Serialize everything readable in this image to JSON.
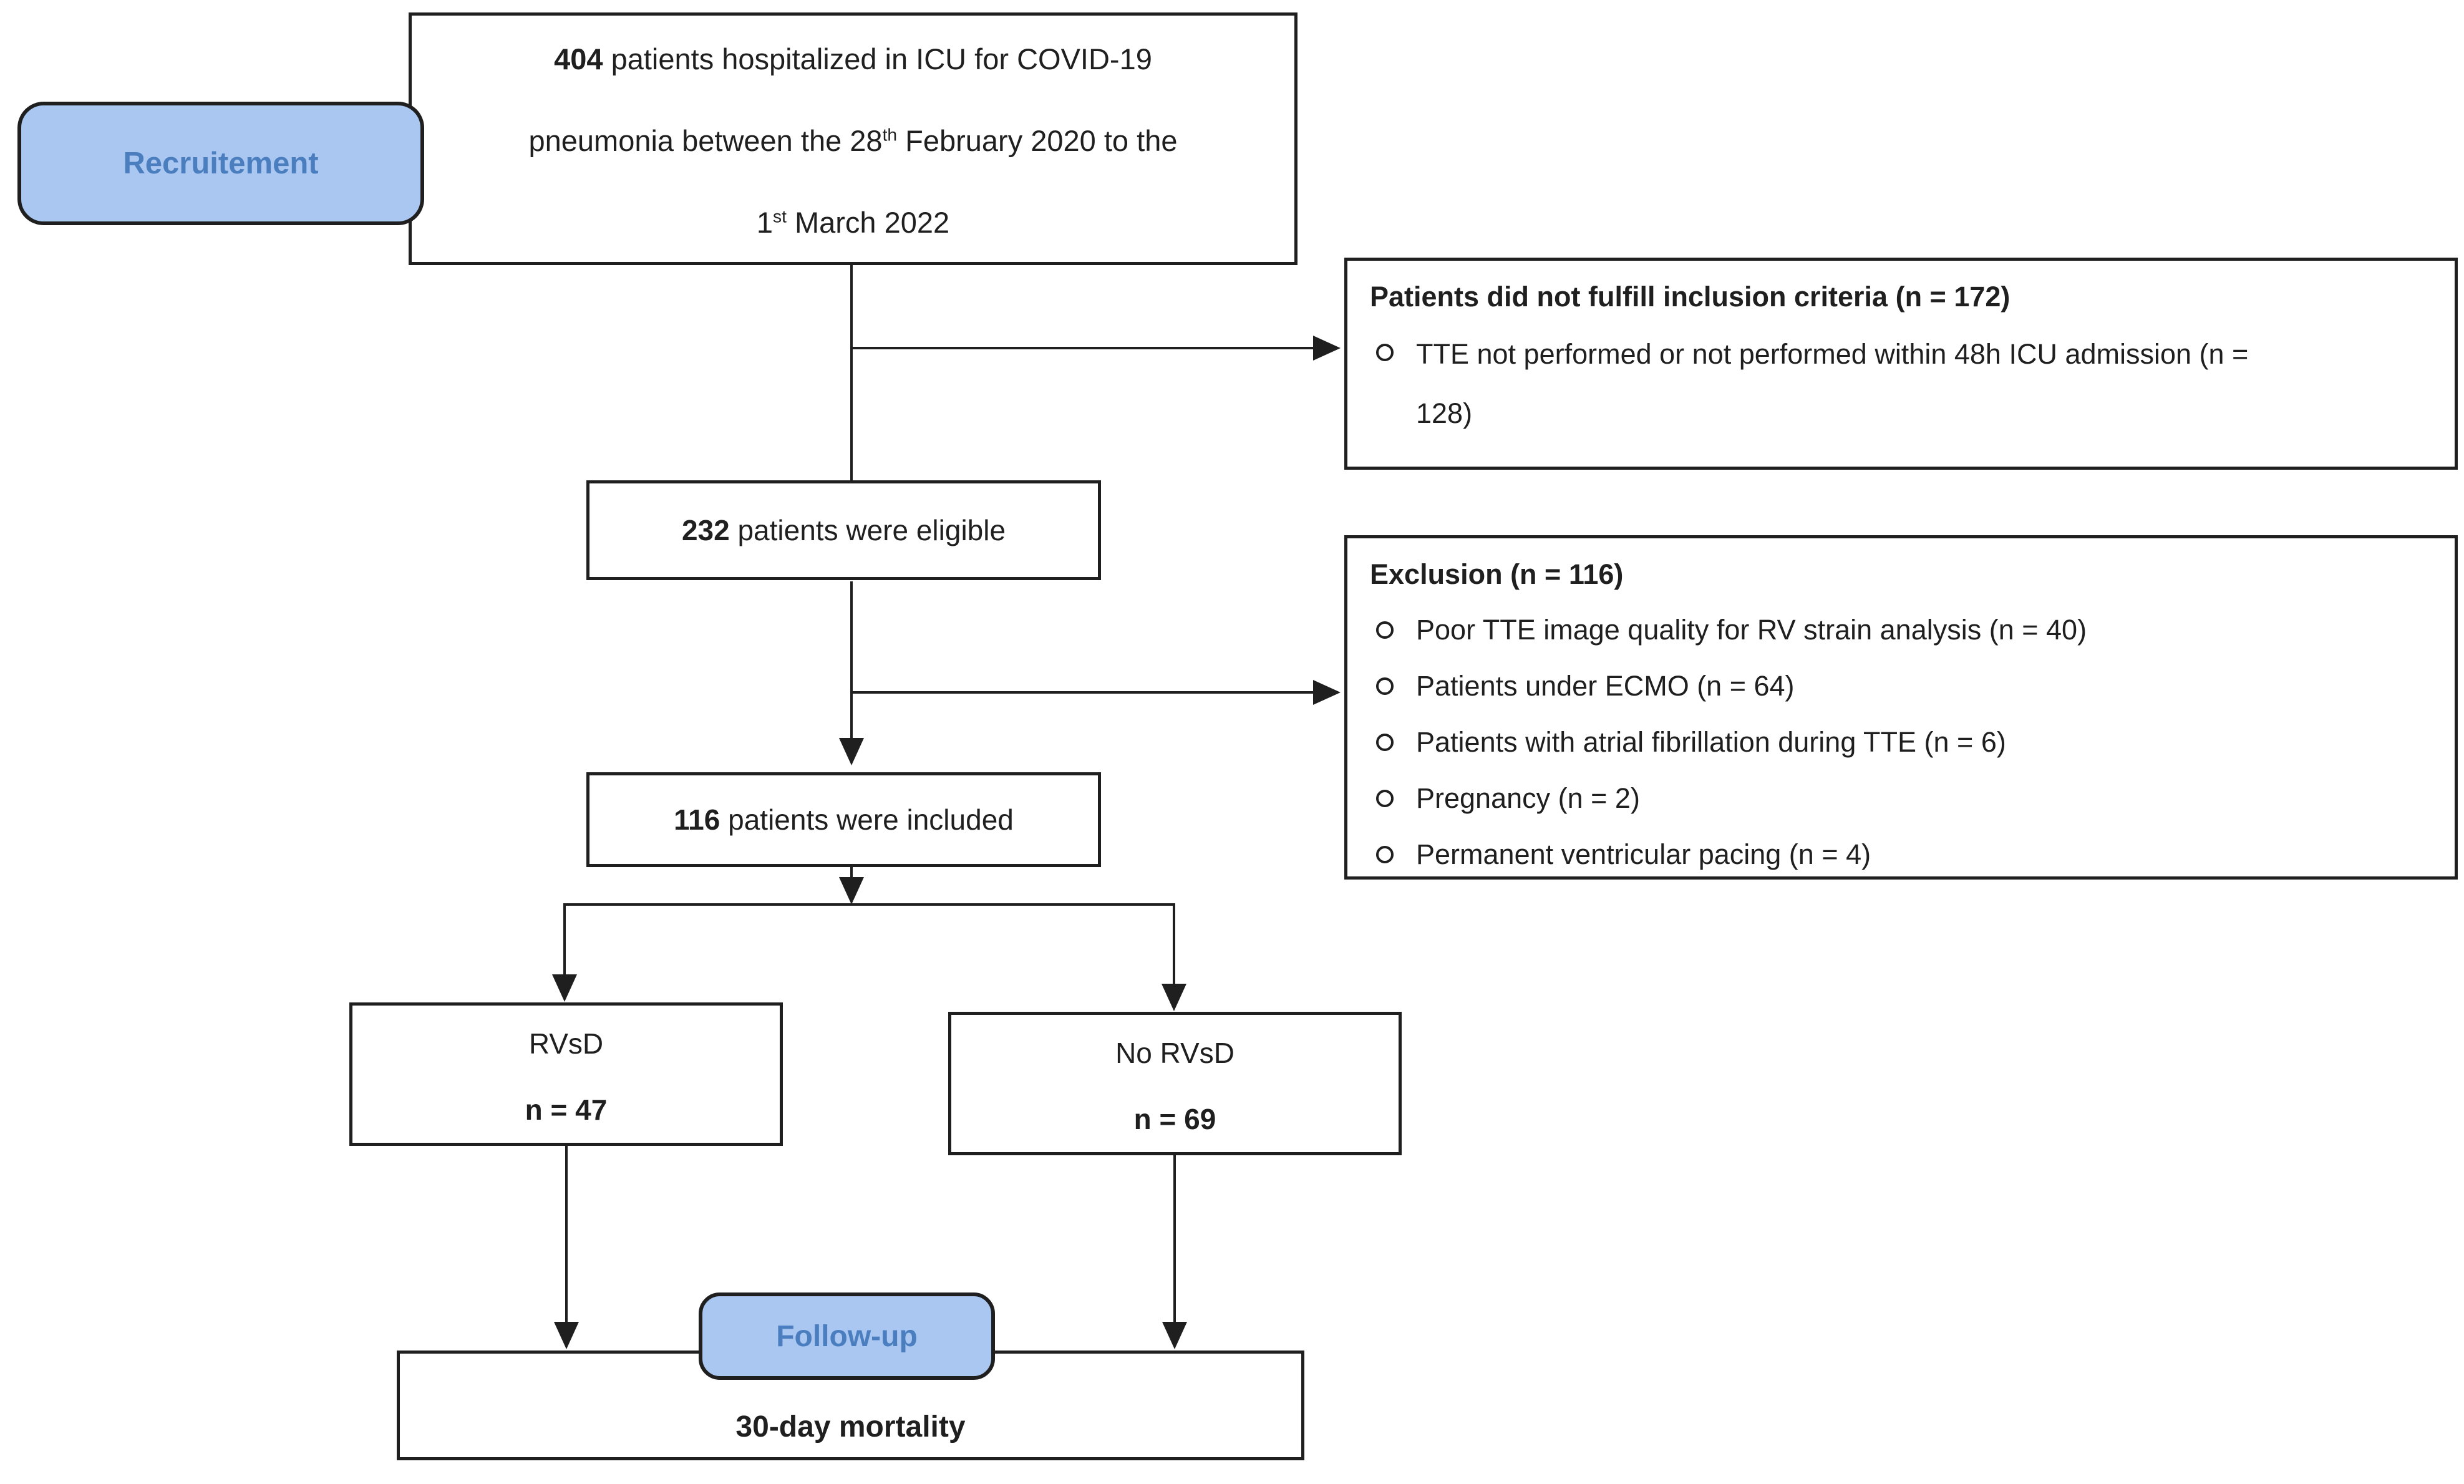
{
  "recruitment_pill": {
    "label": "Recruitement"
  },
  "top_box": {
    "count": "404",
    "line1_rest": " patients hospitalized in ICU for COVID-19",
    "line2_pre": "pneumonia between the 28",
    "line2_sup": "th",
    "line2_rest": " February 2020 to the",
    "line3_pre": "1",
    "line3_sup": "st",
    "line3_rest": " March 2022"
  },
  "not_fulfill_box": {
    "title": "Patients did not fulfill inclusion criteria (n = 172)",
    "bullets": [
      "TTE not performed or not performed within 48h ICU admission (n = 128)"
    ]
  },
  "eligible_box": {
    "count": "232",
    "rest": " patients were eligible"
  },
  "exclusion_box": {
    "title": "Exclusion (n = 116)",
    "bullets": [
      "Poor TTE image quality for RV strain analysis (n = 40)",
      "Patients under ECMO (n = 64)",
      "Patients with atrial fibrillation during TTE (n = 6)",
      "Pregnancy (n = 2)",
      "Permanent ventricular pacing (n = 4)"
    ]
  },
  "included_box": {
    "count": "116",
    "rest": " patients were included"
  },
  "rvsd_box": {
    "label": "RVsD",
    "n": "n = 47"
  },
  "no_rvsd_box": {
    "label": "No RVsD",
    "n": "n = 69"
  },
  "followup_pill": {
    "label": "Follow-up"
  },
  "mortality_box": {
    "label": "30-day mortality"
  },
  "colors": {
    "pill_fill": "#A9C7F0",
    "pill_text": "#4B7EBE",
    "line_and_border": "#1F1F1F",
    "background": "#FFFFFF"
  }
}
